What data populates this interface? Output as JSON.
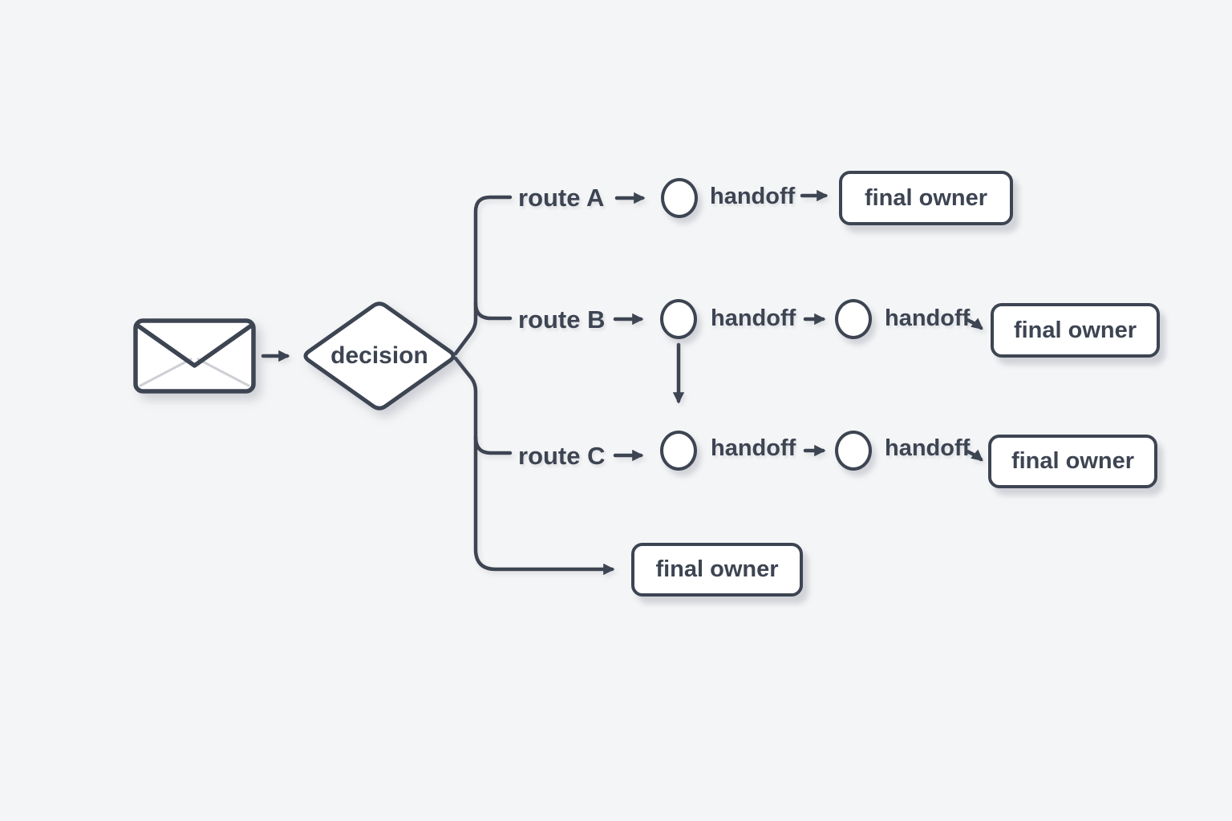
{
  "colors": {
    "background": "#f4f5f6",
    "stroke": "#3d4452",
    "text": "#3d4452",
    "node_fill": "#ffffff",
    "envelope_fold": "#cfd0d6"
  },
  "source": {
    "icon": "envelope-icon"
  },
  "decision": {
    "label": "decision"
  },
  "routes": [
    {
      "label": "route A",
      "handoffs": [
        "handoff"
      ],
      "final_owner": "final owner"
    },
    {
      "label": "route B",
      "handoffs": [
        "handoff",
        "handoff"
      ],
      "final_owner": "final owner"
    },
    {
      "label": "route C",
      "handoffs": [
        "handoff",
        "handoff"
      ],
      "final_owner": "final owner"
    }
  ],
  "default_route": {
    "final_owner": "final owner"
  }
}
